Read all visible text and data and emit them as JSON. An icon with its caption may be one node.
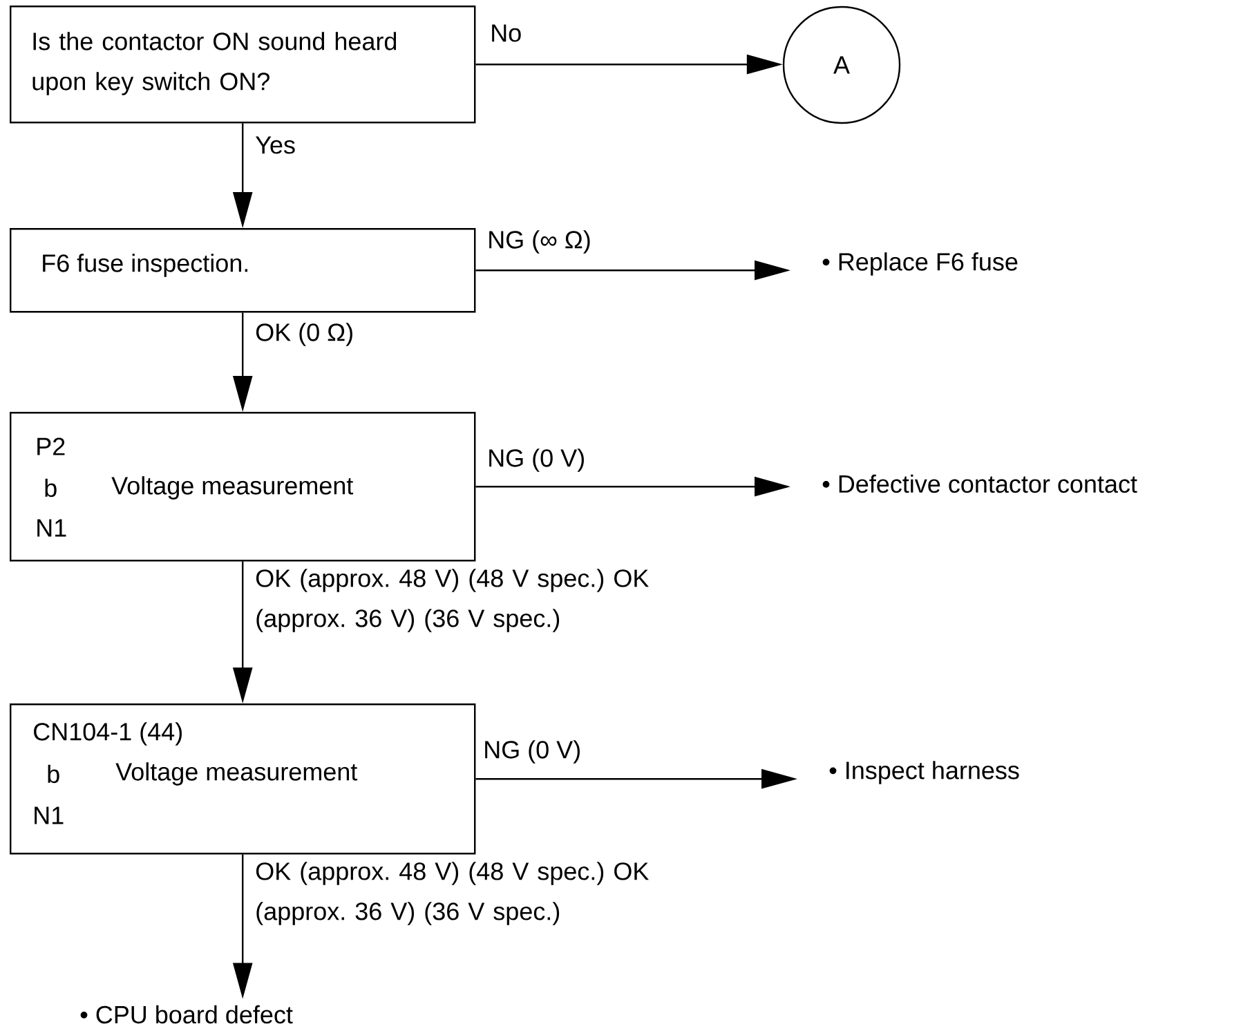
{
  "diagram": {
    "nodes": [
      {
        "text": [
          "Is the contactor ON sound heard upon key switch ON?"
        ]
      },
      {
        "text": [
          "A"
        ]
      },
      {
        "text": [
          "F6 fuse inspection."
        ]
      },
      {
        "text": [
          "• Replace F6 fuse"
        ]
      },
      {
        "text": [
          "P2",
          "b",
          "Voltage measurement",
          "N1"
        ]
      },
      {
        "text": [
          "• Defective contactor contact"
        ]
      },
      {
        "text": [
          "CN104-1 (44)",
          "b",
          "Voltage measurement",
          "N1"
        ]
      },
      {
        "text": [
          "• Inspect harness"
        ]
      },
      {
        "text": [
          "• CPU board defect"
        ]
      }
    ],
    "edges": [
      {
        "from": 0,
        "to": 1,
        "arrow": "to",
        "label": "No"
      },
      {
        "from": 0,
        "to": 2,
        "arrow": "to",
        "label": "Yes"
      },
      {
        "from": 2,
        "to": 3,
        "arrow": "to",
        "label": "NG (∞ Ω)"
      },
      {
        "from": 2,
        "to": 4,
        "arrow": "to",
        "label": "OK (0 Ω)"
      },
      {
        "from": 4,
        "to": 5,
        "arrow": "to",
        "label": "NG (0 V)"
      },
      {
        "from": 4,
        "to": 6,
        "arrow": "to",
        "label": "OK (approx. 48 V) (48 V spec.) OK (approx. 36 V) (36 V spec.)"
      },
      {
        "from": 6,
        "to": 7,
        "arrow": "to",
        "label": "NG (0 V)"
      },
      {
        "from": 6,
        "to": 8,
        "arrow": "to",
        "label": "OK (approx. 48 V) (48 V spec.) OK (approx. 36 V) (36 V spec.)"
      }
    ]
  }
}
